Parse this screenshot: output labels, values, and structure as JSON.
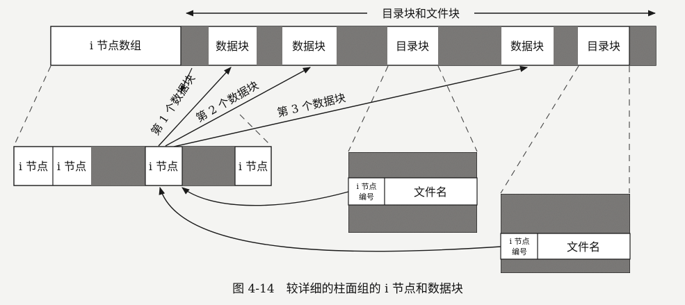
{
  "top_span_label": "目录块和文件块",
  "top_row": {
    "inode_array": "i 节点数组",
    "data_block": "数据块",
    "dir_block": "目录块"
  },
  "arrows": {
    "first": "第 1 个数据块",
    "second": "第 2 个数据块",
    "third": "第 3 个数据块"
  },
  "inode_row": {
    "inode": "i 节点"
  },
  "dir_entry": {
    "inode_num_line1": "i 节点",
    "inode_num_line2": "编号",
    "filename": "文件名"
  },
  "caption": "图 4-14　较详细的柱面组的 i 节点和数据块",
  "colors": {
    "gray_fill": "#7d7b79",
    "light_fill": "#ffffff",
    "line": "#1a1a1a"
  }
}
